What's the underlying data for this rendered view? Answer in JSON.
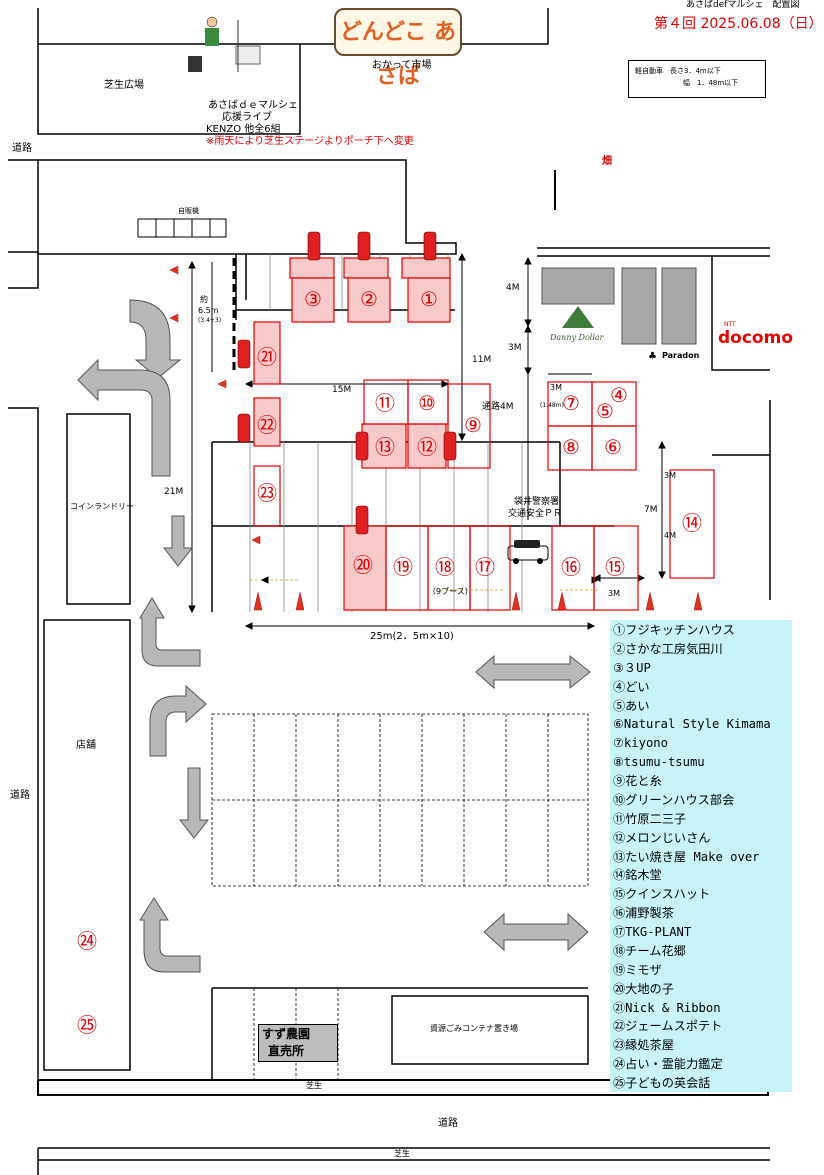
{
  "header": {
    "doc_title": "あさばdefマルシェ　配置図",
    "event_date": "第４回 2025.06.08（日）",
    "logo_text": "どんどこ あさば",
    "market_label": "おかって市場"
  },
  "sign": {
    "line1": "軽自動車　長さ3．4m以下",
    "line2": "幅　1．48m以下"
  },
  "places": {
    "shiba_hiroba": "芝生広場",
    "road_left_top": "道路",
    "road_left_mid": "道路",
    "road_bottom": "道路",
    "field": "畑",
    "vending": "自販機",
    "laundry": "コインランドリー",
    "shop": "店舗",
    "docomo": "docomo",
    "docomo_small": "NTT",
    "paradon": "Paradon",
    "danny": "Danny Dollar",
    "container": "資源ごみコンテナ置き場",
    "suzu": "すず農園",
    "suzu2": "直売所",
    "lawn1": "芝生",
    "lawn2": "芝生",
    "police1": "袋井警察署",
    "police2": "交通安全ＰＲ",
    "booth9": "（9ブース）"
  },
  "live": {
    "l1": "あさばｄｅマルシェ",
    "l2": "応援ライブ",
    "l3": "KENZO 他全6組",
    "l4": "※雨天により芝生ステージよりポーチ下へ変更"
  },
  "dims": {
    "d1": "約",
    "d2": "6.5m",
    "d3": "(3.4+3)",
    "d4": "15M",
    "d5": "11M",
    "d6": "4M",
    "d7": "3M",
    "d8": "3M",
    "d9": "(1.48m)",
    "d10": "通路4M",
    "d11": "21M",
    "d12": "7M",
    "d13": "3M",
    "d14": "4M",
    "d15": "3M",
    "d16": "25m(2．5m×10)"
  },
  "stalls": [
    {
      "n": "①"
    },
    {
      "n": "②"
    },
    {
      "n": "③"
    },
    {
      "n": "④"
    },
    {
      "n": "⑤"
    },
    {
      "n": "⑥"
    },
    {
      "n": "⑦"
    },
    {
      "n": "⑧"
    },
    {
      "n": "⑨"
    },
    {
      "n": "⑩"
    },
    {
      "n": "⑪"
    },
    {
      "n": "⑫"
    },
    {
      "n": "⑬"
    },
    {
      "n": "⑭"
    },
    {
      "n": "⑮"
    },
    {
      "n": "⑯"
    },
    {
      "n": "⑰"
    },
    {
      "n": "⑱"
    },
    {
      "n": "⑲"
    },
    {
      "n": "⑳"
    },
    {
      "n": "㉑"
    },
    {
      "n": "㉒"
    },
    {
      "n": "㉓"
    },
    {
      "n": "㉔"
    },
    {
      "n": "㉕"
    }
  ],
  "legend": [
    "①フジキッチンハウス",
    "②さかな工房気田川",
    "③３UP",
    "④どい",
    "⑤あい",
    "⑥Natural Style Kimama",
    "⑦kiyono",
    "⑧tsumu-tsumu",
    "⑨花と糸",
    "⑩グリーンハウス部会",
    "⑪竹原二三子",
    "⑫メロンじいさん",
    "⑬たい焼き屋 Make over",
    "⑭銘木堂",
    "⑮クインスハット",
    "⑯浦野製茶",
    "⑰TKG-PLANT",
    "⑱チーム花郷",
    "⑲ミモザ",
    "⑳大地の子",
    "㉑Nick & Ribbon",
    "㉒ジェームスポテト",
    "㉓縁処茶屋",
    "㉔占い・霊能力鑑定",
    "㉕子どもの英会話"
  ],
  "colors": {
    "stall_red": "#e00000",
    "stall_fill": "#f7c9c9",
    "legend_bg": "#c8f4f8",
    "arrow_gray": "#a0a0a0"
  }
}
